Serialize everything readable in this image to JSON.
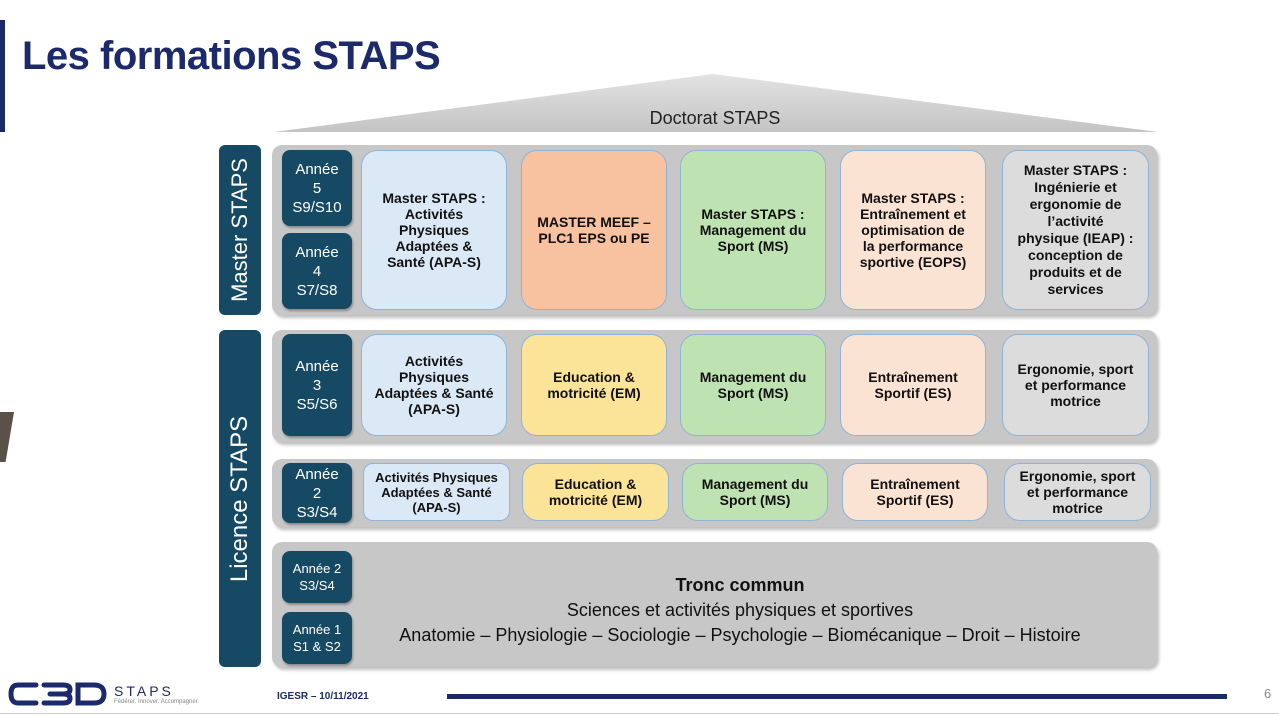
{
  "title": "Les formations STAPS",
  "doctorat": "Doctorat STAPS",
  "master_label": "Master STAPS",
  "licence_label": "Licence STAPS",
  "years": {
    "a5": [
      "Année",
      "5",
      "S9/S10"
    ],
    "a4": [
      "Année",
      "4",
      "S7/S8"
    ],
    "a3": [
      "Année",
      "3",
      "S5/S6"
    ],
    "a2": [
      "Année",
      "2",
      "S3/S4"
    ],
    "a2b": [
      "Année 2",
      "S3/S4"
    ],
    "a1": [
      "Année 1",
      "S1 & S2"
    ]
  },
  "master": [
    {
      "lines": [
        "Master STAPS :",
        "Activités",
        "Physiques",
        "Adaptées &",
        "Santé (APA-S)"
      ],
      "color": "#dbe9f6"
    },
    {
      "lines": [
        "MASTER MEEF –",
        "PLC1 EPS ou PE"
      ],
      "color": "#f8c1a0"
    },
    {
      "lines": [
        "Master STAPS :",
        "Management du",
        "Sport (MS)"
      ],
      "color": "#bfe2b2"
    },
    {
      "lines": [
        "Master STAPS :",
        "Entraînement et",
        "optimisation de",
        "la performance",
        "sportive (EOPS)"
      ],
      "color": "#fbe3d4"
    },
    {
      "lines": [
        "Master STAPS :",
        "Ingénierie et",
        "ergonomie de",
        "l’activité",
        "physique (IEAP) :",
        "conception de",
        "produits et de",
        "services"
      ],
      "color": "#dcdcdc"
    }
  ],
  "licence3": [
    {
      "lines": [
        "Activités",
        "Physiques",
        "Adaptées & Santé",
        "(APA-S)"
      ]
    },
    {
      "lines": [
        "Education &",
        "motricité (EM)"
      ]
    },
    {
      "lines": [
        "Management du",
        "Sport (MS)"
      ]
    },
    {
      "lines": [
        "Entraînement",
        "Sportif (ES)"
      ]
    },
    {
      "lines": [
        "Ergonomie, sport",
        "et performance",
        "motrice"
      ]
    }
  ],
  "licence2": [
    {
      "lines": [
        "Activités Physiques",
        "Adaptées & Santé",
        "(APA-S)"
      ]
    },
    {
      "lines": [
        "Education &",
        "motricité (EM)"
      ]
    },
    {
      "lines": [
        "Management du",
        "Sport (MS)"
      ]
    },
    {
      "lines": [
        "Entraînement",
        "Sportif (ES)"
      ]
    },
    {
      "lines": [
        "Ergonomie, sport",
        "et performance",
        "motrice"
      ]
    }
  ],
  "tronc": {
    "title": "Tronc commun",
    "subtitle": "Sciences et activités physiques et sportives",
    "subjects": "Anatomie – Physiologie – Sociologie – Psychologie – Biomécanique – Droit – Histoire"
  },
  "logo": {
    "text": "STAPS",
    "tagline": "Fédérer. Innover. Accompagner."
  },
  "footer": "IGESR – 10/11/2021",
  "page_number": "6"
}
